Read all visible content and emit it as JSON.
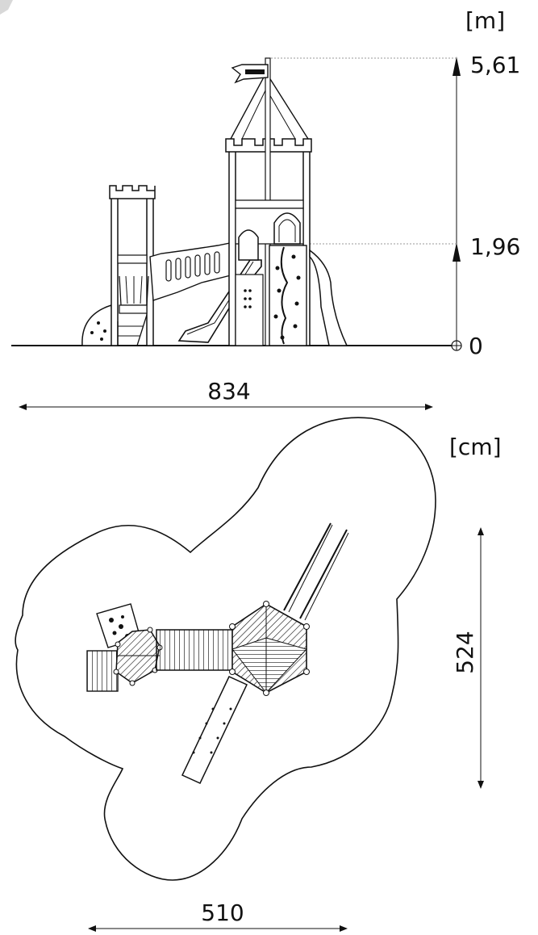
{
  "elevation": {
    "unit": "[m]",
    "heights": {
      "top": "5,61",
      "platform": "1,96",
      "ground": "0"
    },
    "width": "834"
  },
  "plan": {
    "unit": "[cm]",
    "depth": "524",
    "width": "510"
  },
  "colors": {
    "line": "#111111",
    "background": "#ffffff",
    "guide": "#9a9a9a"
  }
}
